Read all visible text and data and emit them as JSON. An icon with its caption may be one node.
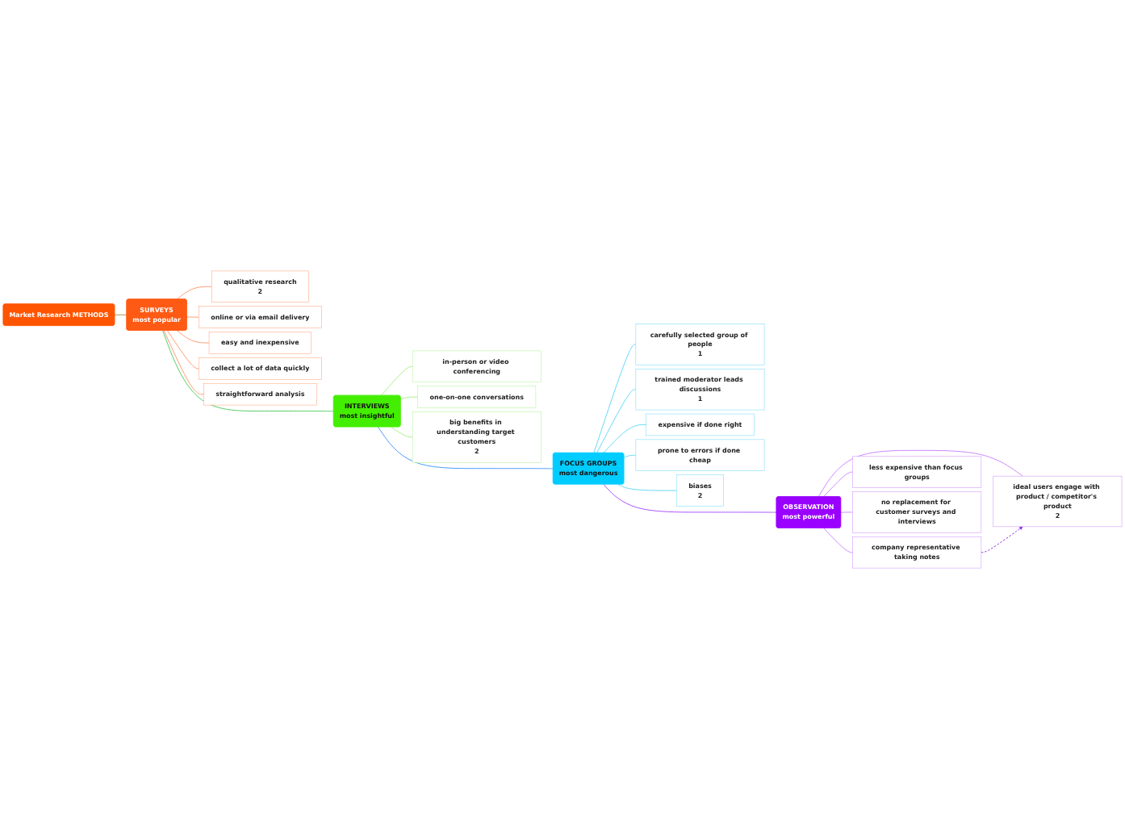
{
  "diagram": {
    "nodes": [
      {
        "text": [
          "Market Research METHODS"
        ]
      },
      {
        "text": [
          "SURVEYS",
          "most popular"
        ]
      },
      {
        "text": [
          "qualitative research",
          "2"
        ]
      },
      {
        "text": [
          "online or via email delivery"
        ]
      },
      {
        "text": [
          "easy and inexpensive"
        ]
      },
      {
        "text": [
          "collect a lot of data quickly"
        ]
      },
      {
        "text": [
          "straightforward analysis"
        ]
      },
      {
        "text": [
          "INTERVIEWS",
          "most insightful"
        ]
      },
      {
        "text": [
          "in-person or video conferencing"
        ]
      },
      {
        "text": [
          "one-on-one conversations"
        ]
      },
      {
        "text": [
          "big benefits in understanding target customers",
          "2"
        ]
      },
      {
        "text": [
          "FOCUS GROUPS",
          "most dangerous"
        ]
      },
      {
        "text": [
          "carefully selected group of people",
          "1"
        ]
      },
      {
        "text": [
          "trained moderator leads discussions",
          "1"
        ]
      },
      {
        "text": [
          "expensive if done right"
        ]
      },
      {
        "text": [
          "prone to errors if done cheap"
        ]
      },
      {
        "text": [
          "biases",
          "2"
        ]
      },
      {
        "text": [
          "OBSERVATION",
          "most powerful"
        ]
      },
      {
        "text": [
          "ideal users engage with product / competitor's product",
          "2"
        ]
      },
      {
        "text": [
          "company representative taking notes"
        ]
      },
      {
        "text": [
          "less expensive than focus groups"
        ]
      },
      {
        "text": [
          "no replacement for customer surveys and interviews"
        ]
      }
    ],
    "edges": [
      {
        "from": 0,
        "to": 1,
        "arrow": "none",
        "color": "#a88a3a"
      },
      {
        "from": 1,
        "to": 2,
        "arrow": "none",
        "color": "#ff9a70"
      },
      {
        "from": 1,
        "to": 3,
        "arrow": "none",
        "color": "#ff9a70"
      },
      {
        "from": 1,
        "to": 4,
        "arrow": "none",
        "color": "#ff9a70"
      },
      {
        "from": 1,
        "to": 5,
        "arrow": "none",
        "color": "#ff9a70"
      },
      {
        "from": 1,
        "to": 6,
        "arrow": "none",
        "color": "#ff9a70"
      },
      {
        "from": 1,
        "to": 7,
        "arrow": "none",
        "color": "#55cc66"
      },
      {
        "from": 7,
        "to": 8,
        "arrow": "none",
        "color": "#a8f08a"
      },
      {
        "from": 7,
        "to": 9,
        "arrow": "none",
        "color": "#a8f08a"
      },
      {
        "from": 7,
        "to": 10,
        "arrow": "none",
        "color": "#a8f08a"
      },
      {
        "from": 7,
        "to": 11,
        "arrow": "none",
        "color": "#4a9cff"
      },
      {
        "from": 11,
        "to": 12,
        "arrow": "none",
        "color": "#66d8f8"
      },
      {
        "from": 11,
        "to": 13,
        "arrow": "none",
        "color": "#66d8f8"
      },
      {
        "from": 11,
        "to": 14,
        "arrow": "none",
        "color": "#66d8f8"
      },
      {
        "from": 11,
        "to": 15,
        "arrow": "none",
        "color": "#66d8f8"
      },
      {
        "from": 11,
        "to": 16,
        "arrow": "none",
        "color": "#66d8f8"
      },
      {
        "from": 11,
        "to": 17,
        "arrow": "none",
        "color": "#aa55ff"
      },
      {
        "from": 17,
        "to": 18,
        "arrow": "none",
        "color": "#cc88ff"
      },
      {
        "from": 17,
        "to": 19,
        "arrow": "none",
        "color": "#cc88ff"
      },
      {
        "from": 17,
        "to": 20,
        "arrow": "none",
        "color": "#cc88ff"
      },
      {
        "from": 17,
        "to": 21,
        "arrow": "none",
        "color": "#cc88ff"
      },
      {
        "from": 19,
        "to": 18,
        "arrow": "to",
        "style": "dashed",
        "color": "#8a2be2"
      }
    ]
  }
}
